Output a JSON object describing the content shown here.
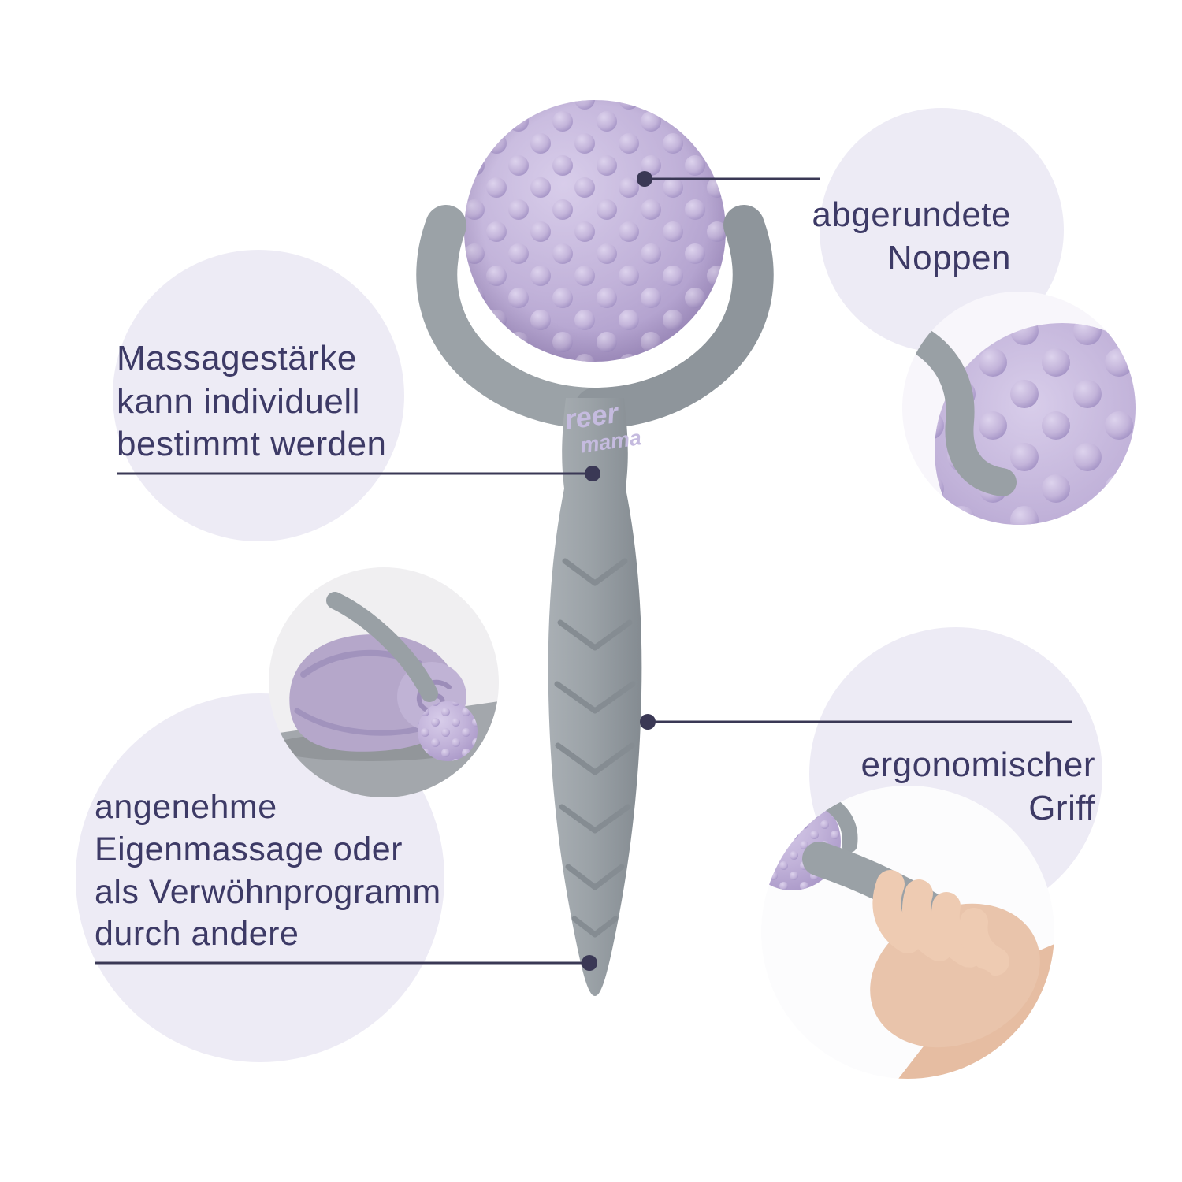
{
  "figure": {
    "brand": "reer",
    "brand_sub": "mama"
  },
  "annotations": {
    "noppen": {
      "lines": [
        "abgerundete",
        "Noppen"
      ]
    },
    "staerke": {
      "lines": [
        "Massagestärke",
        "kann individuell",
        "bestimmt werden"
      ]
    },
    "eigenmassage": {
      "lines": [
        "angenehme",
        "Eigenmassage oder",
        "als Verwöhnprogramm",
        "durch andere"
      ]
    },
    "griff": {
      "lines": [
        "ergonomischer",
        "Griff"
      ]
    }
  },
  "colors": {
    "background": "#ffffff",
    "highlight_circle": "#edebf5",
    "text": "#3d3a66",
    "callout_line": "#3a3855",
    "ball": "#c1b2d9",
    "handle": "#9aa1a6",
    "logo": "#c5bbdf"
  }
}
